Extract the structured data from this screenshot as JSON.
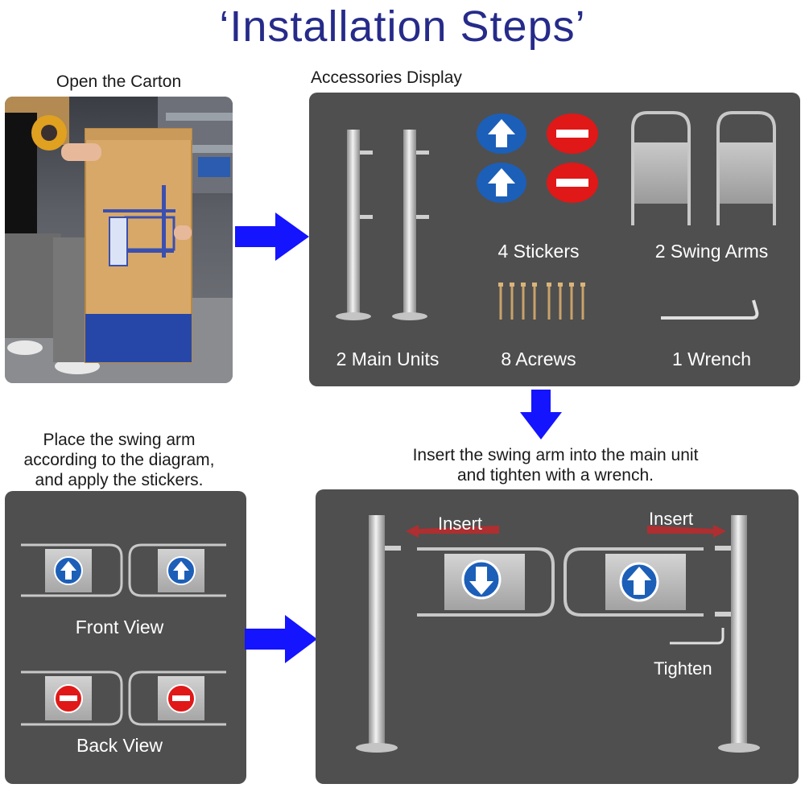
{
  "title": "‘Installation Steps’",
  "steps": {
    "open_carton": "Open the Carton",
    "accessories_display": "Accessories Display",
    "place_arm_line1": "Place the swing arm",
    "place_arm_line2": "according to the diagram,",
    "place_arm_line3": "and apply the stickers.",
    "insert_line1": "Insert the swing arm into the main unit",
    "insert_line2": "and tighten with a wrench."
  },
  "accessories": {
    "main_units": "2 Main Units",
    "stickers": "4 Stickers",
    "swing_arms": "2 Swing Arms",
    "screws": "8 Acrews",
    "wrench": "1 Wrench"
  },
  "views": {
    "front": "Front View",
    "back": "Back View"
  },
  "assembly": {
    "insert_left": "Insert",
    "insert_right": "Insert",
    "tighten": "Tighten"
  },
  "colors": {
    "title": "#262b8a",
    "panel": "#4f4f4f",
    "arrow": "#1414ff",
    "sticker_blue": "#1c5fb8",
    "sticker_red": "#e01818",
    "insert_arrow": "#c0282a"
  }
}
